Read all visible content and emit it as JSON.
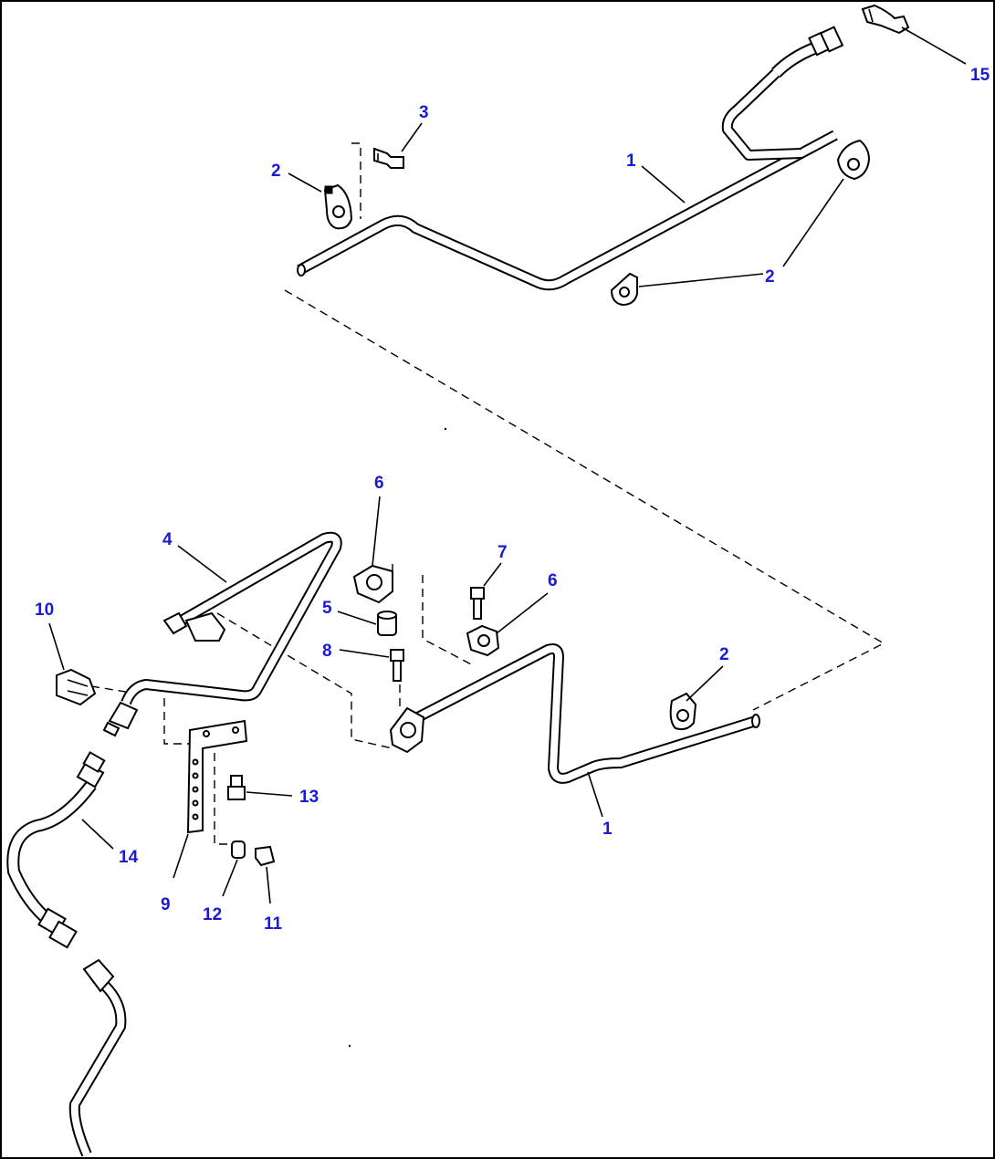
{
  "callouts": {
    "c1a": "1",
    "c1b": "1",
    "c2a": "2",
    "c2b": "2",
    "c2c": "2",
    "c3": "3",
    "c4": "4",
    "c5": "5",
    "c6a": "6",
    "c6b": "6",
    "c7": "7",
    "c8": "8",
    "c9": "9",
    "c10": "10",
    "c11": "11",
    "c12": "12",
    "c13": "13",
    "c14": "14",
    "c15": "15"
  },
  "colors": {
    "callout_text": "#1a1ad6",
    "line_art": "#000000",
    "background": "#ffffff"
  }
}
